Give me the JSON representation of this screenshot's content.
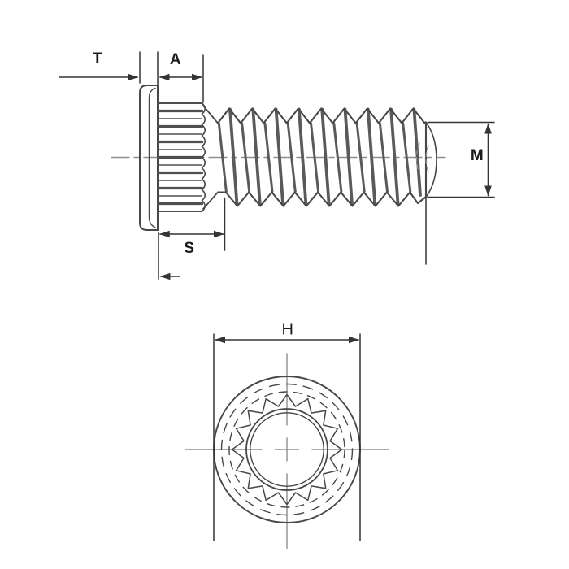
{
  "drawing": {
    "labels": {
      "t": "T",
      "a": "A",
      "s": "S",
      "m": "M",
      "h": "H"
    }
  },
  "colors": {
    "background": "#ffffff",
    "outline": "#474747",
    "thread_shading": "#5a5a5a",
    "dimension": "#343434",
    "centerline": "#8f8f8f",
    "label": "#1b1b1b"
  }
}
